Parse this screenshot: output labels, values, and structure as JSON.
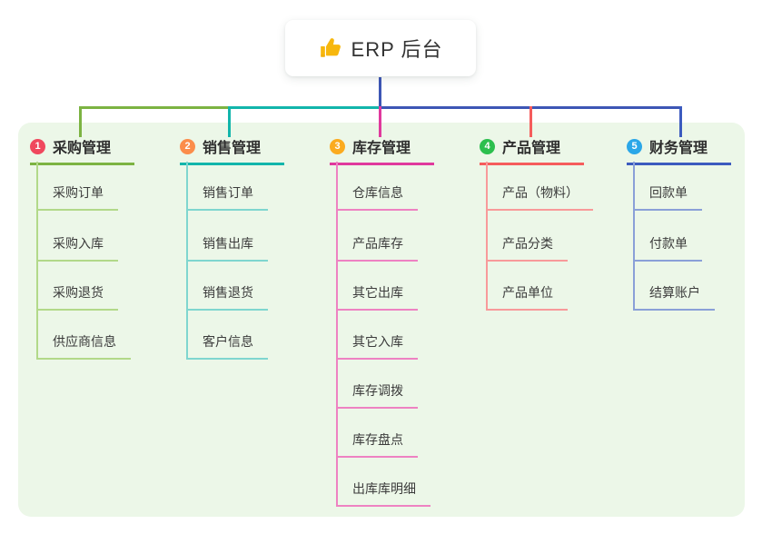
{
  "root": {
    "label": "ERP 后台",
    "icon": "thumbs-up-icon"
  },
  "colors": {
    "trunk": "#3d56b5",
    "panel_bg": "#ecf7e8",
    "card_bg": "#ffffff",
    "title_text": "#333333",
    "item_text": "#3b3b3b",
    "thumb_icon": "#f7b70d"
  },
  "branches": [
    {
      "index": "1",
      "label": "采购管理",
      "badge_color": "#f0485e",
      "line_color": "#7cb342",
      "sub_line_color": "#b2d989",
      "items": [
        "采购订单",
        "采购入库",
        "采购退货",
        "供应商信息"
      ]
    },
    {
      "index": "2",
      "label": "销售管理",
      "badge_color": "#fb8d4b",
      "line_color": "#12b5ab",
      "sub_line_color": "#7fd6cf",
      "items": [
        "销售订单",
        "销售出库",
        "销售退货",
        "客户信息"
      ]
    },
    {
      "index": "3",
      "label": "库存管理",
      "badge_color": "#fbab1f",
      "line_color": "#e0399d",
      "sub_line_color": "#ee82c2",
      "items": [
        "仓库信息",
        "产品库存",
        "其它出库",
        "其它入库",
        "库存调拨",
        "库存盘点",
        "出库库明细"
      ]
    },
    {
      "index": "4",
      "label": "产品管理",
      "badge_color": "#2cbf4e",
      "line_color": "#f55c5c",
      "sub_line_color": "#f89a9a",
      "items": [
        "产品（物料）",
        "产品分类",
        "产品单位"
      ]
    },
    {
      "index": "5",
      "label": "财务管理",
      "badge_color": "#2ba7e8",
      "line_color": "#3c5bbf",
      "sub_line_color": "#8aa0d8",
      "items": [
        "回款单",
        "付款单",
        "结算账户"
      ]
    }
  ]
}
